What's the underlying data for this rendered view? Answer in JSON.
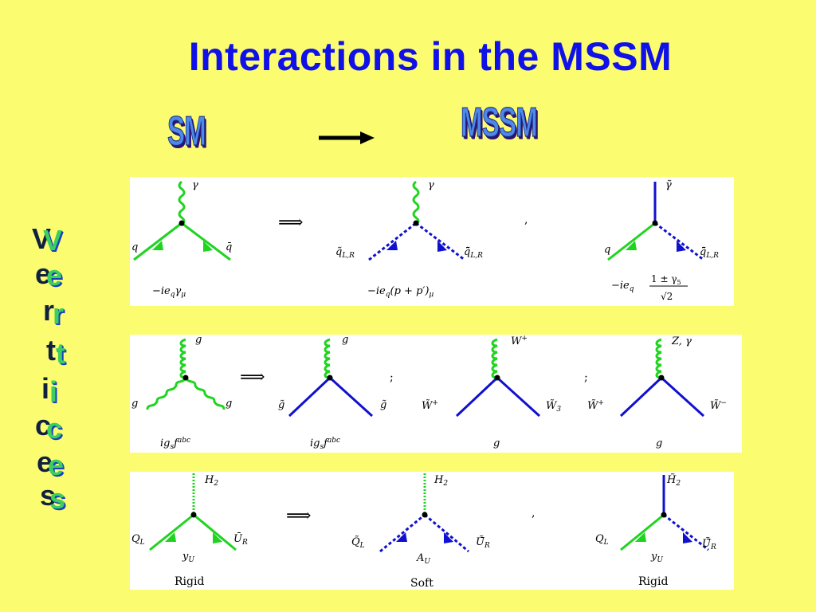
{
  "title": "Interactions in the MSSM",
  "header": {
    "left_word": "SM",
    "right_word": "MSSM",
    "arrow_icon": "right-arrow"
  },
  "side_word": [
    "V",
    "e",
    "r",
    "t",
    "i",
    "c",
    "e",
    "s"
  ],
  "colors": {
    "background": "#fcfc70",
    "title": "#1010e8",
    "particle_green": "#1fd41f",
    "particle_blue": "#1010d0"
  },
  "row1": {
    "arrow": "⟹",
    "sep": ",",
    "d1": {
      "top": "γ",
      "left": "q",
      "right": "q̄",
      "coupling": "−ie",
      "coupling_sub": "q",
      "coupling_tail": "γ",
      "coupling_tail_sub": "μ"
    },
    "d2": {
      "top": "γ",
      "left": "q̃",
      "left_sub": "L,R",
      "right": "q̃̄",
      "right_sub": "L,R",
      "coupling": "−ie",
      "coupling_sub": "q",
      "coupling_tail": "(p + p′)",
      "coupling_tail_sub": "μ"
    },
    "d3": {
      "top": "γ̃",
      "left": "q",
      "right": "q̃̄",
      "right_sub": "L,R",
      "coupling": "−ie",
      "coupling_sub": "q",
      "frac_num": "1 ± γ",
      "frac_num_sub": "5",
      "frac_den": "√2"
    }
  },
  "row2": {
    "arrow": "⟹",
    "sep1": ";",
    "sep2": ";",
    "d1": {
      "top": "g",
      "left": "g",
      "right": "g",
      "coupling": "ig",
      "coupling_sub": "s",
      "coupling_tail": "f",
      "coupling_sup": "abc"
    },
    "d2": {
      "top": "g",
      "left": "g̃",
      "right": "g̃",
      "coupling": "ig",
      "coupling_sub": "s",
      "coupling_tail": "f",
      "coupling_sup": "abc"
    },
    "d3": {
      "top": "W",
      "top_sup": "+",
      "left": "W̃",
      "left_sup": "+",
      "right": "W̃",
      "right_sub": "3",
      "coupling": "g"
    },
    "d4": {
      "top": "Z, γ",
      "left": "W̃",
      "left_sup": "+",
      "right": "W̃",
      "right_sup": "−",
      "coupling": "g"
    }
  },
  "row3": {
    "arrow": "⟹",
    "sep": ",",
    "d1": {
      "top": "H",
      "top_sub": "2",
      "left": "Q",
      "left_sub": "L",
      "right": "Ū",
      "right_sub": "R",
      "coupling": "y",
      "coupling_sub": "U",
      "label": "Rigid"
    },
    "d2": {
      "top": "H",
      "top_sub": "2",
      "left": "Q̃",
      "left_sub": "L",
      "right": "Ũ̄",
      "right_sub": "R",
      "coupling": "A",
      "coupling_sub": "U",
      "label": "Soft"
    },
    "d3": {
      "top": "H̃",
      "top_sub": "2",
      "left": "Q",
      "left_sub": "L",
      "right": "Ũ̄",
      "right_sub": "R",
      "coupling": "y",
      "coupling_sub": "U",
      "label": "Rigid"
    }
  }
}
